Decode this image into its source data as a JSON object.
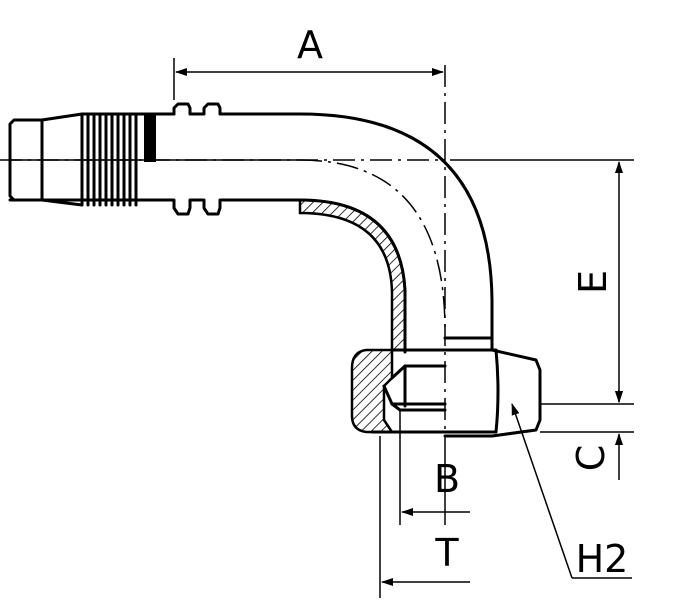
{
  "dimensions": {
    "a": "A",
    "e": "E",
    "c": "C",
    "b": "B",
    "t": "T",
    "h2": "H2"
  }
}
